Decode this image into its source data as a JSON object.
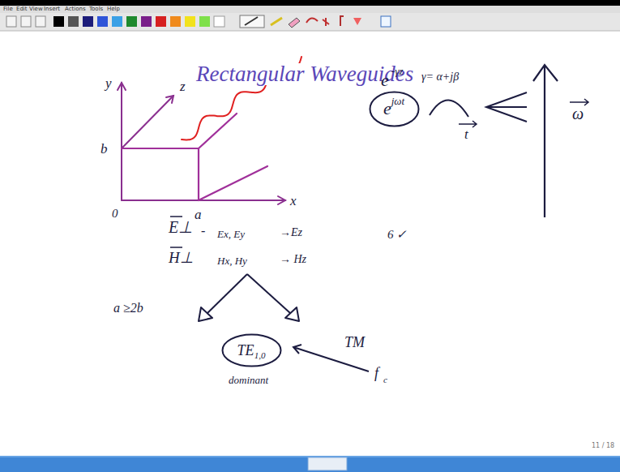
{
  "diagram": {
    "title": "Rectangular Waveguides",
    "nodes": [
      {
        "text": [
          "e",
          "jωt"
        ]
      },
      {
        "text": [
          "TE",
          "1,0"
        ]
      }
    ],
    "labels": [
      "File",
      "Edit",
      "View",
      "Insert",
      "Actions",
      "Tools",
      "Help",
      "y",
      "z",
      "b",
      "x",
      "0",
      "a",
      "e",
      "-γz",
      "γ= α+jβ",
      "t",
      "ω",
      "E⊥",
      "-",
      "Ex, Ey",
      "→Ez",
      "6 ✓",
      "H⊥",
      "Hx, Hy",
      "→ Hz",
      "a ≥2b",
      "TM",
      "dominant",
      "f",
      "c",
      "11 / 18"
    ]
  }
}
